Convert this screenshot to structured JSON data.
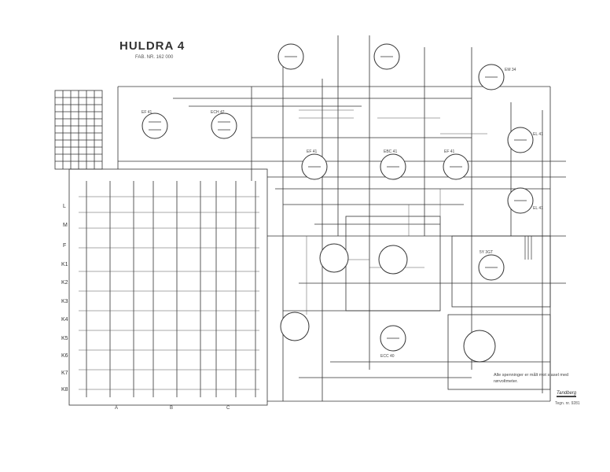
{
  "header": {
    "title": "HULDRA 4",
    "serial": "FAB. NR. 162 000"
  },
  "bands": [
    "L",
    "M",
    "F",
    "K1",
    "K2",
    "K3",
    "K4",
    "K5",
    "K6",
    "K7",
    "K8"
  ],
  "columns": [
    "A",
    "B",
    "C"
  ],
  "tubes": [
    "EF 41",
    "ECH 42",
    "EF 41",
    "EBC 41",
    "EF 41",
    "EL 41",
    "EL 41",
    "5Y 3GT",
    "EM 34",
    "ECC 40"
  ],
  "note": "Alle spenninger er målt mot stasel med rørvoltmeter.",
  "logo": "Tandberg",
  "drawing_number": "Tegn. nr. 9281",
  "colors": {
    "ink": "#333333",
    "paper": "#ffffff"
  }
}
